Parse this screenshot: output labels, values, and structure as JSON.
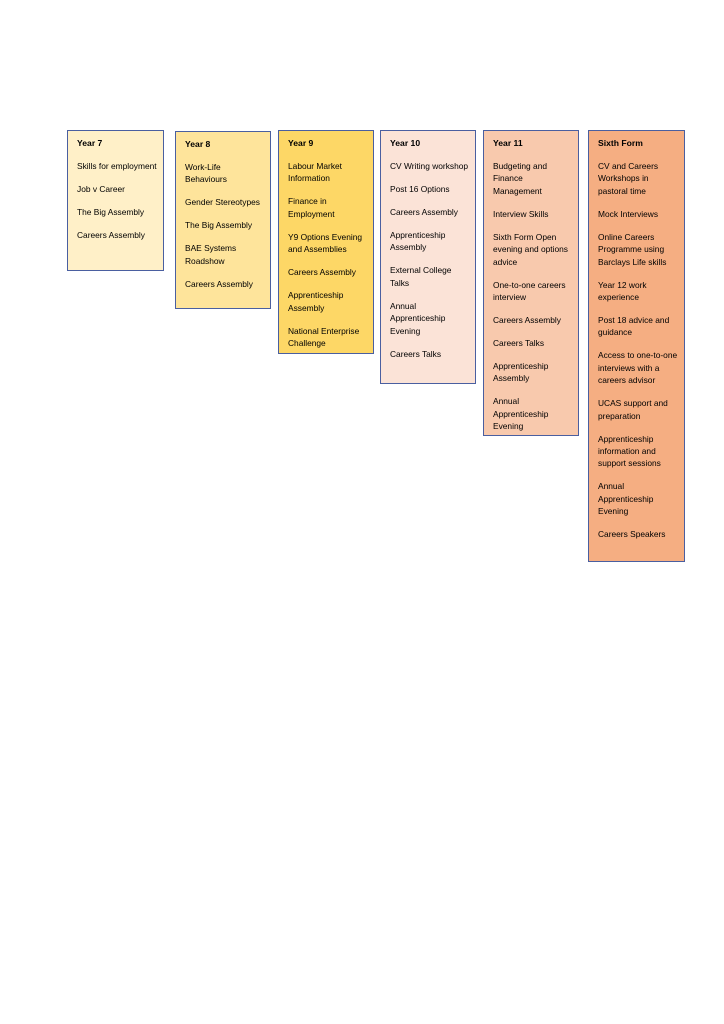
{
  "columns": [
    {
      "title": "Year 7",
      "color": "#fff0c8",
      "items": [
        "Skills for employment",
        "Job v Career",
        "The Big Assembly",
        "Careers Assembly"
      ]
    },
    {
      "title": "Year 8",
      "color": "#fee49b",
      "items": [
        "Work-Life Behaviours",
        "Gender Stereotypes",
        "The Big Assembly",
        "BAE Systems Roadshow",
        "Careers Assembly"
      ]
    },
    {
      "title": "Year 9",
      "color": "#fdd766",
      "items": [
        "Labour Market Information",
        "Finance in Employment",
        "Y9 Options Evening and Assemblies",
        "Careers Assembly",
        "Apprenticeship Assembly",
        "National Enterprise Challenge"
      ]
    },
    {
      "title": "Year 10",
      "color": "#fbe3d7",
      "items": [
        "CV Writing workshop",
        "Post 16 Options",
        "Careers Assembly",
        "Apprenticeship Assembly",
        "External College Talks",
        "Annual Apprenticeship Evening",
        "Careers Talks"
      ]
    },
    {
      "title": "Year 11",
      "color": "#f8c9ad",
      "items": [
        "Budgeting and Finance Management",
        "Interview Skills",
        "Sixth Form Open evening and options advice",
        "One-to-one careers interview",
        "Careers Assembly",
        "Careers Talks",
        "Apprenticeship Assembly",
        "Annual Apprenticeship Evening"
      ]
    },
    {
      "title": "Sixth Form",
      "color": "#f5ae82",
      "items": [
        "CV and Careers Workshops in pastoral time",
        "Mock Interviews",
        "Online Careers Programme using Barclays Life skills",
        "Year 12 work experience",
        "Post 18 advice and guidance",
        "Access to one-to-one interviews with a careers advisor",
        "UCAS support and preparation",
        "Apprenticeship information and support sessions",
        "Annual Apprenticeship Evening",
        "Careers Speakers"
      ]
    }
  ],
  "border_color": "#4a5fa0"
}
